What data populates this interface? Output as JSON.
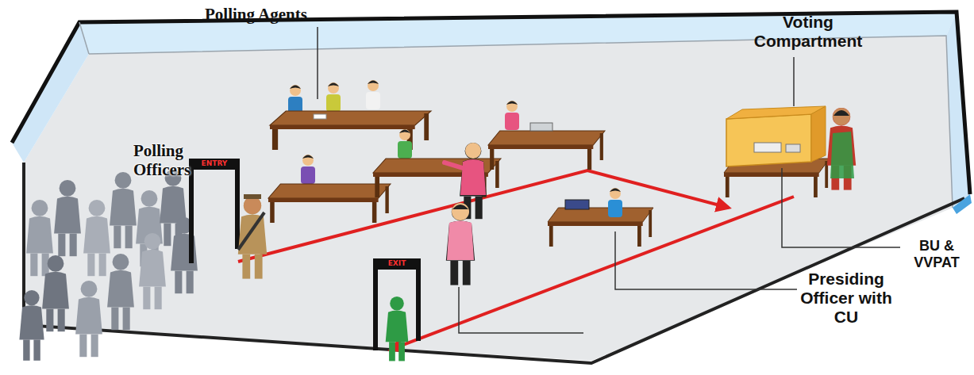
{
  "diagram": {
    "labels": [
      "Polling Agents",
      "Voting Compartment",
      "Polling Officers",
      "BU & VVPAT",
      "Presiding Officer with CU",
      "ENTRY",
      "EXIT"
    ]
  }
}
